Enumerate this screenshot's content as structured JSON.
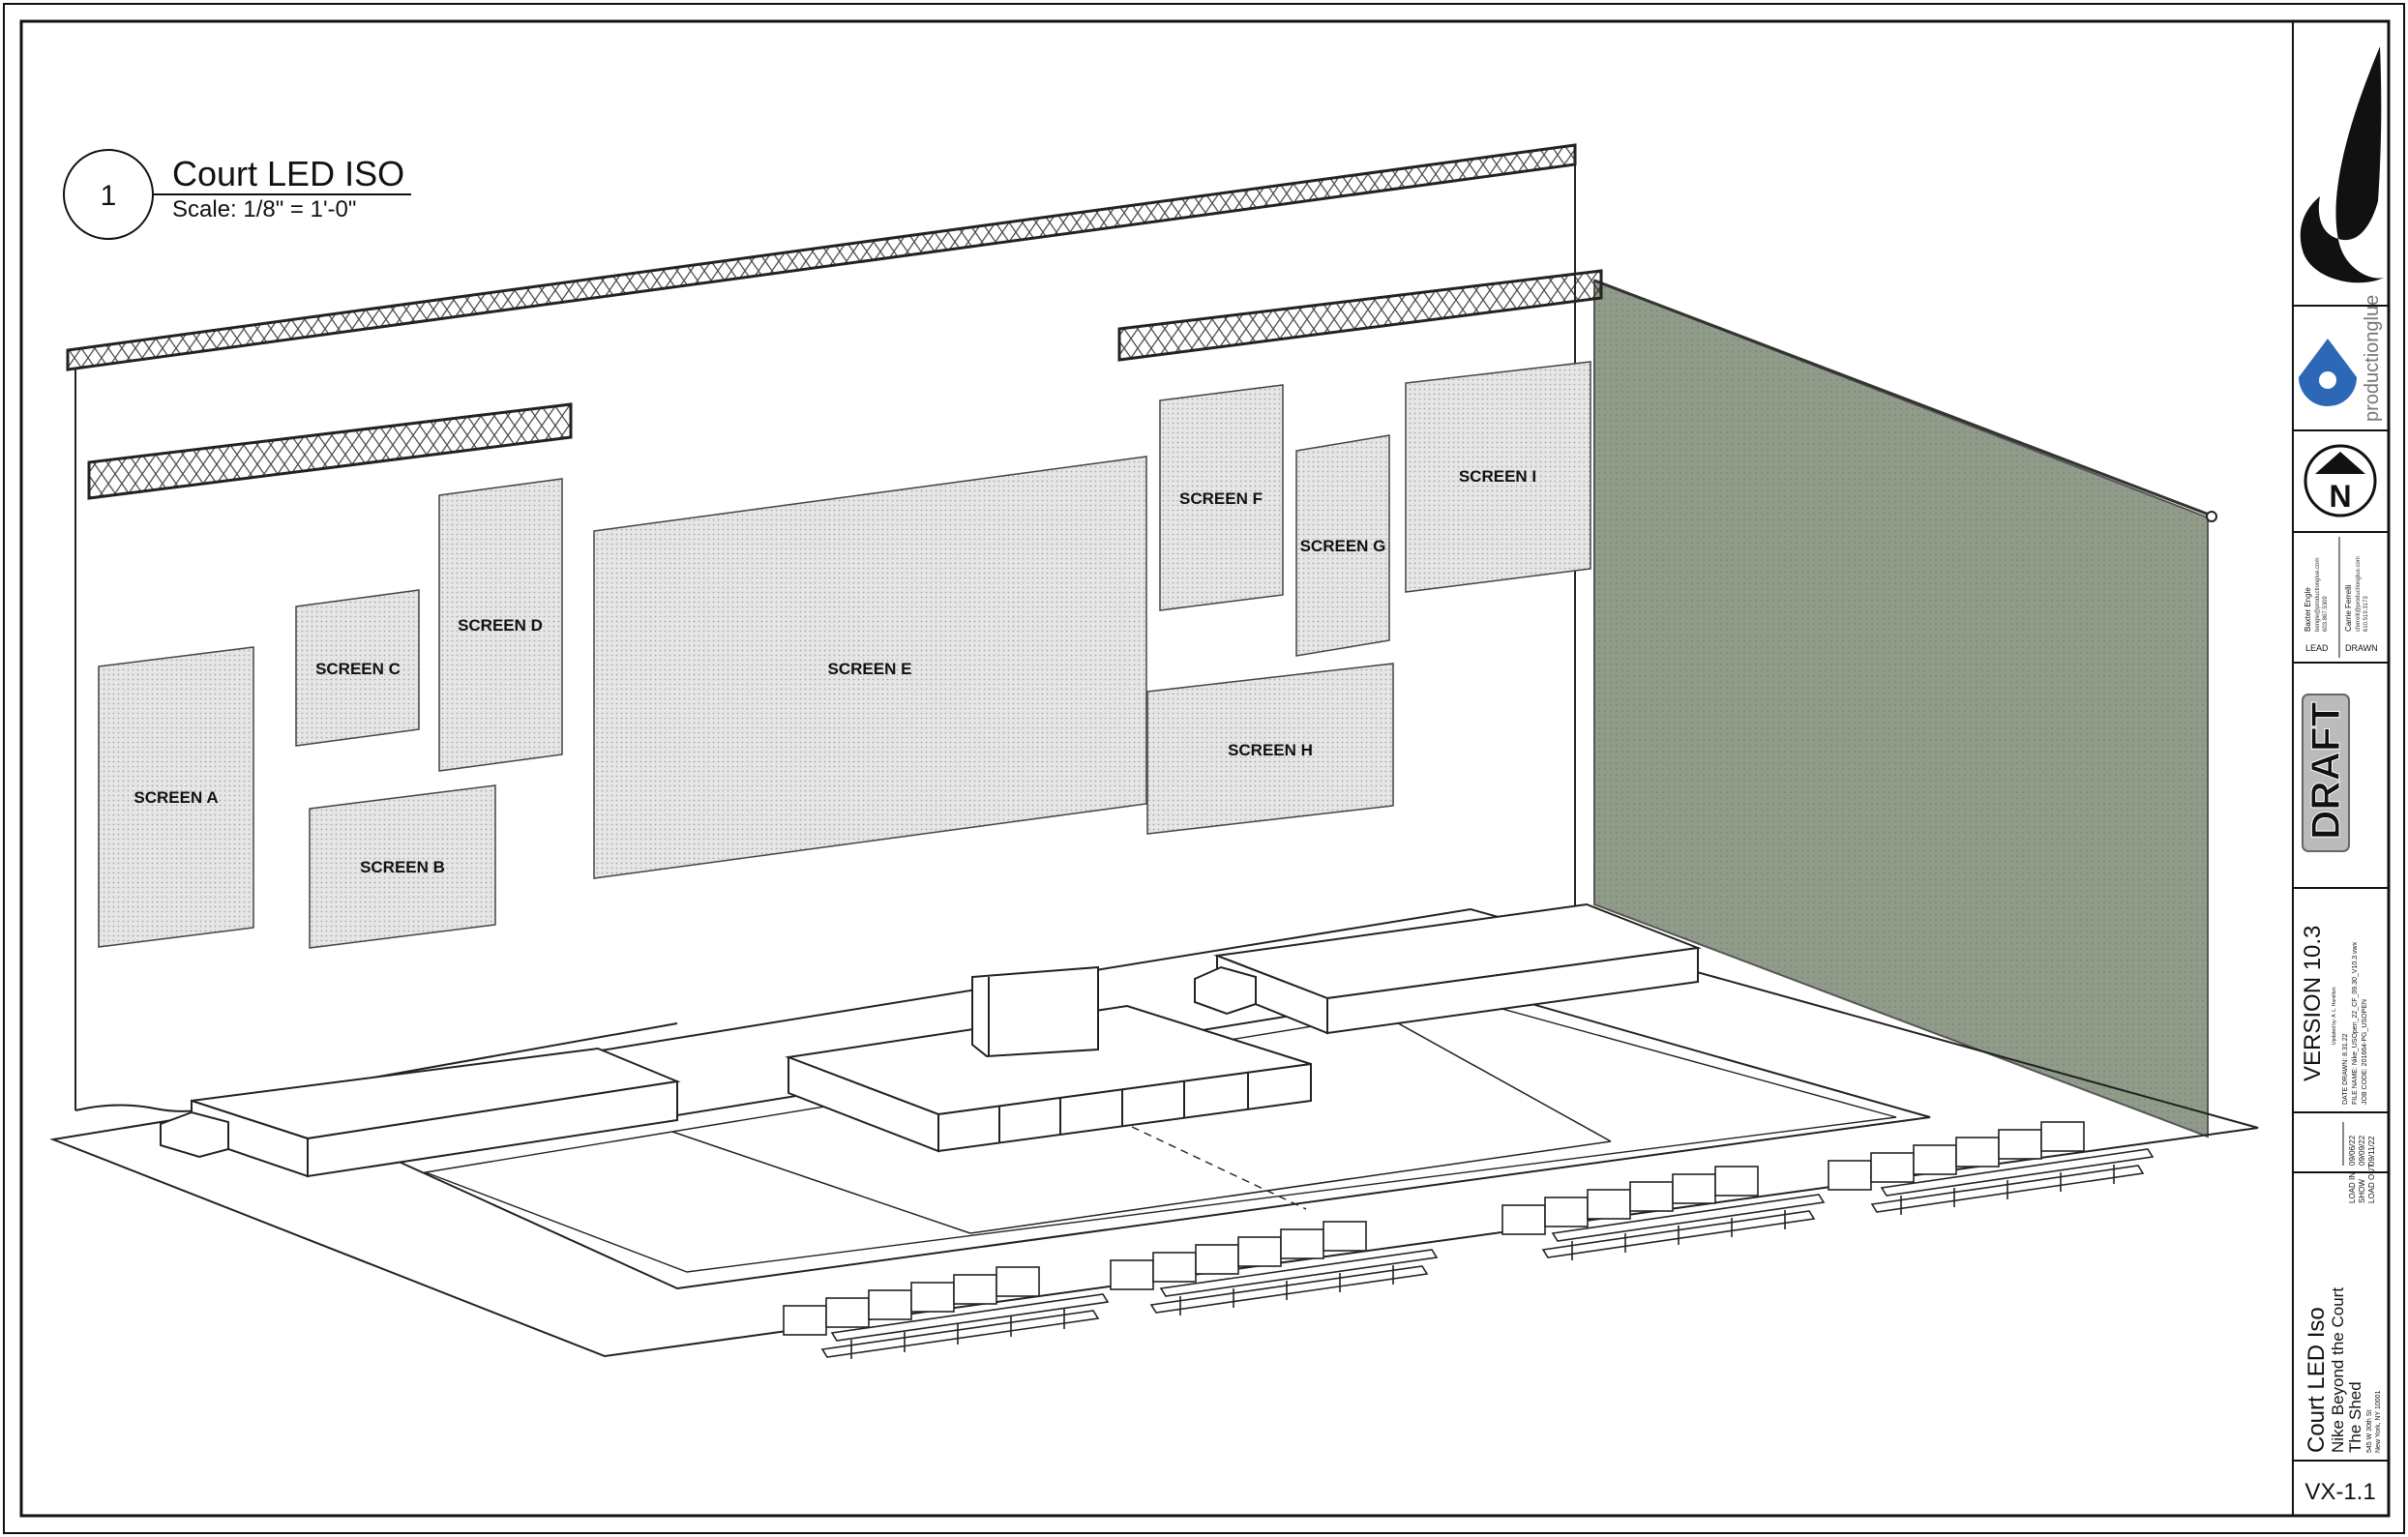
{
  "drawing": {
    "number": "1",
    "title": "Court LED ISO",
    "scale": "Scale: 1/8\" = 1'-0\""
  },
  "screens": [
    {
      "id": "a",
      "label": "SCREEN A"
    },
    {
      "id": "b",
      "label": "SCREEN B"
    },
    {
      "id": "c",
      "label": "SCREEN C"
    },
    {
      "id": "d",
      "label": "SCREEN D"
    },
    {
      "id": "e",
      "label": "SCREEN E"
    },
    {
      "id": "f",
      "label": "SCREEN F"
    },
    {
      "id": "g",
      "label": "SCREEN G"
    },
    {
      "id": "h",
      "label": "SCREEN H"
    },
    {
      "id": "i",
      "label": "SCREEN I"
    }
  ],
  "title_block": {
    "brand_logo_icon": "swoosh-logo-icon",
    "company_logo_text": "productionglue",
    "north_label": "N",
    "contacts": [
      {
        "name": "Baxter Engle",
        "email": "bengle@productionglue.com",
        "phone": "603.867.5309",
        "role": "LEAD"
      },
      {
        "name": "Carrie Ferrelli",
        "email": "cferrelli@productionglue.com",
        "phone": "610.519.3173",
        "role": "DRAWN"
      }
    ],
    "status_stamp": "DRAFT",
    "version": "VERSION 10.3",
    "version_note": "Updated by: A. L. Hamilton",
    "file_info": [
      "DATE DRAWN: 8.31.22",
      "FILE NAME: Nike_USOpen_22_CF_09.30_V10.3.vwx",
      "JOB CODE: 201664-PG_USOPEN"
    ],
    "dates": [
      {
        "label": "LOAD IN",
        "value": "09/06/22"
      },
      {
        "label": "SHOW",
        "value": "09/09/22"
      },
      {
        "label": "LOAD OUT",
        "value": "09/11/22"
      }
    ],
    "sheet_title": "Court LED Iso",
    "project": "Nike Beyond the Court",
    "venue": "The Shed",
    "address_1": "545 W 30th St",
    "address_2": "New York, NY 10001",
    "sheet_number": "VX-1.1"
  },
  "colors": {
    "line": "#1a1a1a",
    "screen_fill": "#e4e4e4",
    "green_wall": "#8f9b88"
  }
}
